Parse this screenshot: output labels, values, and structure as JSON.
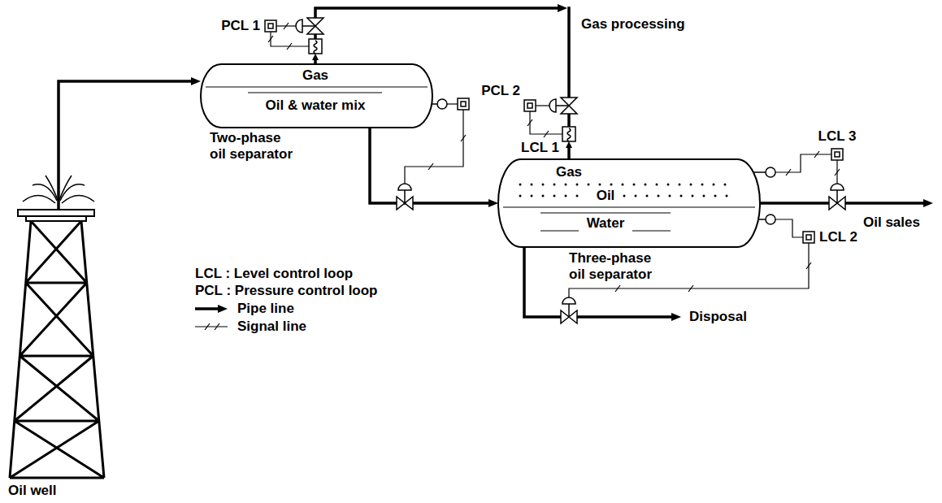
{
  "diagram": {
    "nodes": [
      {
        "text": [
          "Gas",
          "Oil & water mix",
          "Two-phase oil separator"
        ]
      },
      {
        "text": [
          "Gas",
          "Oil",
          "Water",
          "Three-phase oil separator"
        ]
      },
      {
        "text": [
          "Oil well"
        ]
      }
    ],
    "edges": [
      {
        "from": 2,
        "to": 0,
        "arrow": "to"
      },
      {
        "from": 0,
        "to": 1,
        "arrow": "to"
      }
    ],
    "labels": [
      "PCL 1",
      "Gas processing",
      "PCL 2",
      "LCL 1",
      "LCL 3",
      "Oil sales",
      "LCL 2",
      "Disposal"
    ],
    "legend": [
      {
        "text": "LCL : Level control loop"
      },
      {
        "text": "PCL : Pressure control loop"
      },
      {
        "text": "Pipe line"
      },
      {
        "text": "Signal line"
      }
    ]
  }
}
